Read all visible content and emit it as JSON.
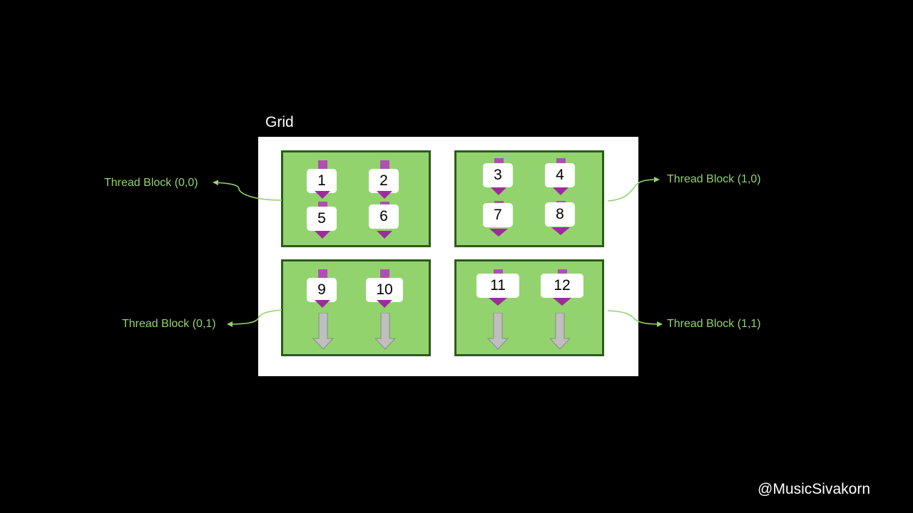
{
  "grid": {
    "title": "Grid",
    "blocks": [
      {
        "label": "Thread Block (0,0)",
        "threads": [
          "1",
          "2",
          "5",
          "6"
        ]
      },
      {
        "label": "Thread Block (1,0)",
        "threads": [
          "3",
          "4",
          "7",
          "8"
        ]
      },
      {
        "label": "Thread Block (0,1)",
        "threads": [
          "9",
          "10"
        ]
      },
      {
        "label": "Thread Block (1,1)",
        "threads": [
          "11",
          "12"
        ]
      }
    ]
  },
  "watermark": "@MusicSivakorn",
  "colors": {
    "background": "#000000",
    "block_fill": "#92d36e",
    "block_border": "#2d5a1c",
    "thread_arrow": "#9e2b9e",
    "callout_text": "#92d36e"
  }
}
